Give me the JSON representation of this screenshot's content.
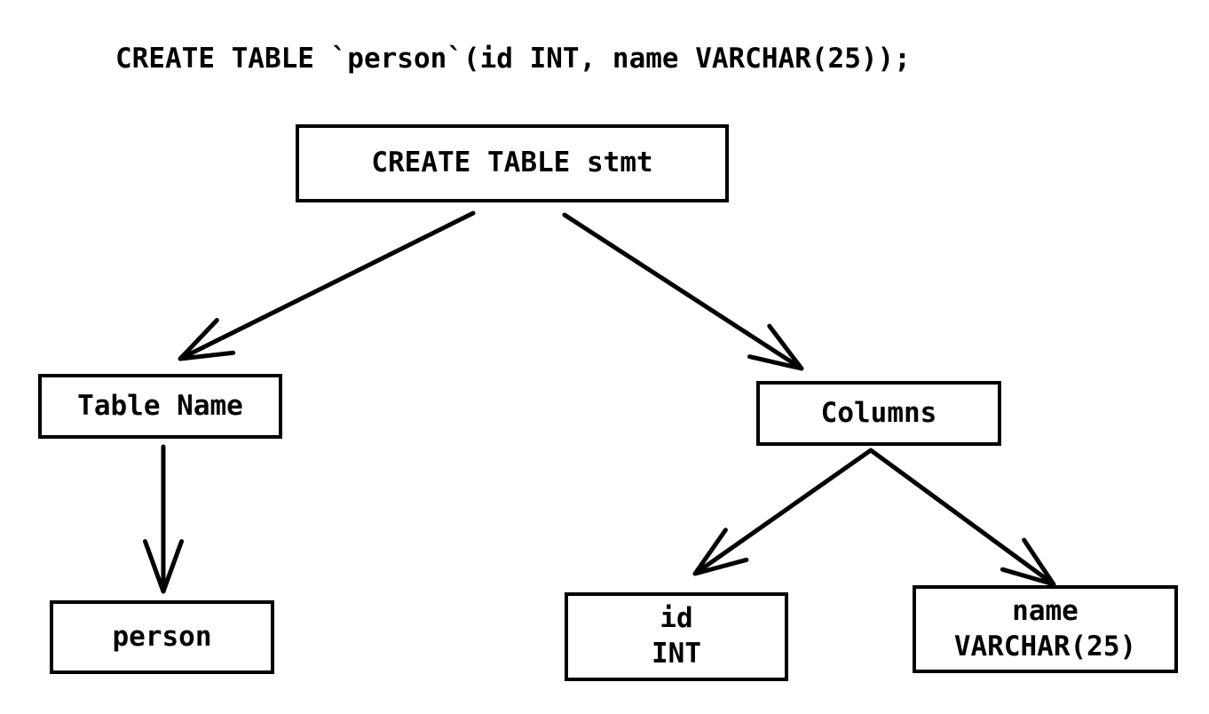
{
  "sql_statement": "CREATE TABLE `person`(id INT, name VARCHAR(25));",
  "diagram": {
    "nodes": [
      {
        "id": "create-table-stmt",
        "lines": [
          "CREATE TABLE stmt"
        ]
      },
      {
        "id": "table-name",
        "lines": [
          "Table Name"
        ]
      },
      {
        "id": "columns",
        "lines": [
          "Columns"
        ]
      },
      {
        "id": "person",
        "lines": [
          "person"
        ]
      },
      {
        "id": "column-id",
        "lines": [
          "id",
          "INT"
        ]
      },
      {
        "id": "column-name",
        "lines": [
          "name",
          "VARCHAR(25)"
        ]
      }
    ],
    "edges": [
      {
        "from": "create-table-stmt",
        "to": "table-name"
      },
      {
        "from": "create-table-stmt",
        "to": "columns"
      },
      {
        "from": "table-name",
        "to": "person"
      },
      {
        "from": "columns",
        "to": "column-id"
      },
      {
        "from": "columns",
        "to": "column-name"
      }
    ],
    "colors": {
      "line": "#000000",
      "box_border": "#000000",
      "text": "#000000",
      "background": "#ffffff"
    }
  }
}
